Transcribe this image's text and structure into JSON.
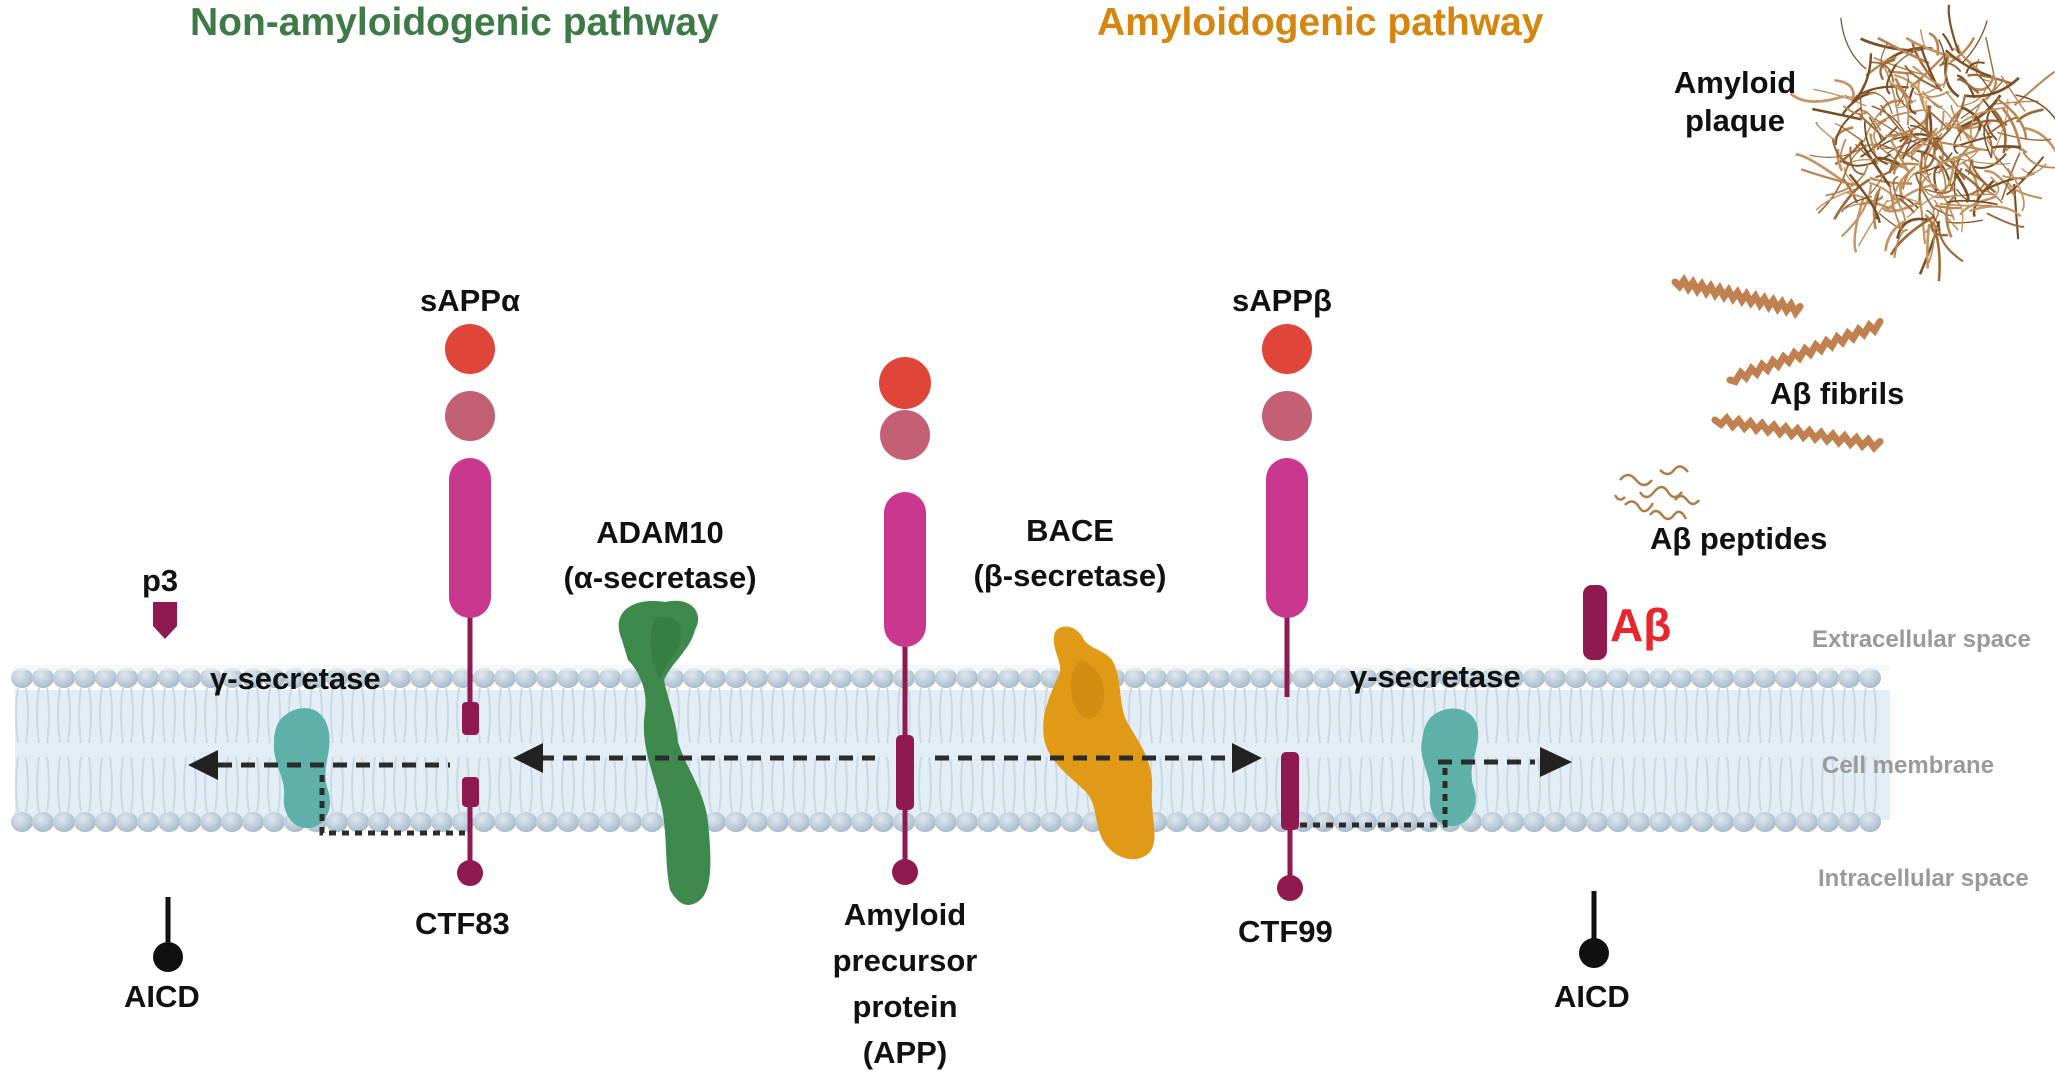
{
  "titles": {
    "non_amyloidogenic": "Non-amyloidogenic pathway",
    "amyloidogenic": "Amyloidogenic pathway"
  },
  "labels": {
    "sappa": "sAPPα",
    "sappb": "sAPPβ",
    "adam10_line1": "ADAM10",
    "adam10_line2": "(α-secretase)",
    "bace_line1": "BACE",
    "bace_line2": "(β-secretase)",
    "p3": "p3",
    "gamma_left": "γ-secretase",
    "gamma_right": "γ-secretase",
    "ctf83": "CTF83",
    "ctf99": "CTF99",
    "aicd_left": "AICD",
    "aicd_right": "AICD",
    "app_line1": "Amyloid",
    "app_line2": "precursor",
    "app_line3": "protein",
    "app_line4": "(APP)",
    "abeta": "Aβ",
    "plaque_line1": "Amyloid",
    "plaque_line2": "plaque",
    "fibrils": "Aβ fibrils",
    "peptides": "Aβ peptides"
  },
  "spaces": {
    "extracellular": "Extracellular space",
    "membrane": "Cell membrane",
    "intracellular": "Intracellular space"
  },
  "colors": {
    "non_amyloidogenic_title": "#3d7a45",
    "amyloidogenic_title": "#d4860f",
    "abeta_label": "#e8262c",
    "app_head_top": "#e0453a",
    "app_head_second": "#c46075",
    "app_body": "#c9378f",
    "app_stalk": "#8e1a50",
    "adam10": "#3e8a4c",
    "bace": "#e09a16",
    "gamma_secretase": "#5fb0a8",
    "membrane_head": "#bfcfdc",
    "membrane_tail": "#d8e6f0",
    "amyloid_fiber": "#b07a45"
  }
}
